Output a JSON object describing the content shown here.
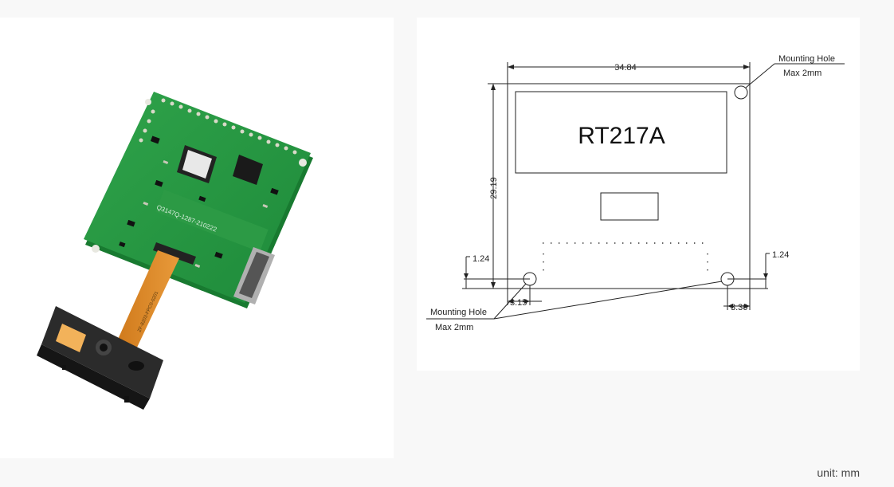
{
  "product_photo": {
    "board_text": "Q3147Q-1287-210222",
    "flex_text": "ZF-8203-FPC0-0201"
  },
  "drawing": {
    "model": "RT217A",
    "width_dim": "34.84",
    "height_dim": "29.19",
    "mount_top_label": "Mounting Hole",
    "mount_top_sub": "Max 2mm",
    "mount_bottom_label": "Mounting Hole",
    "mount_bottom_sub": "Max 2mm",
    "left_offset_v": "1.24",
    "right_offset_v": "1.24",
    "left_offset_h": "3.15",
    "right_offset_h": "3.30"
  },
  "unit": "unit: mm"
}
